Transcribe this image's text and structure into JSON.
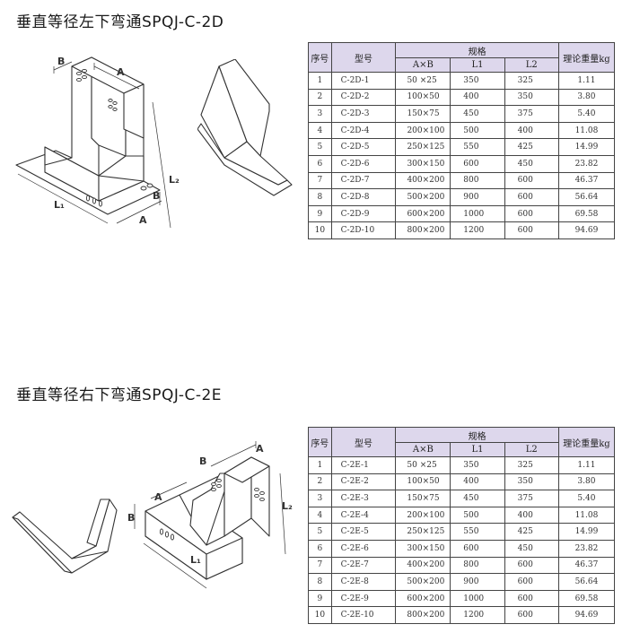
{
  "sections": [
    {
      "title": "垂直等径左下弯通SPQJ-C-2D",
      "labels": {
        "a": "A",
        "b": "B",
        "l1": "L₁",
        "l2": "L₂"
      },
      "table": {
        "headers": {
          "no": "序号",
          "model": "型号",
          "spec": "规格",
          "axb": "A×B",
          "l1": "L1",
          "l2": "L2",
          "weight": "理论重量kg"
        },
        "rows": [
          [
            "1",
            "C-2D-1",
            "50 ×25",
            "350",
            "325",
            "1.11"
          ],
          [
            "2",
            "C-2D-2",
            "100×50",
            "400",
            "350",
            "3.80"
          ],
          [
            "3",
            "C-2D-3",
            "150×75",
            "450",
            "375",
            "5.40"
          ],
          [
            "4",
            "C-2D-4",
            "200×100",
            "500",
            "400",
            "11.08"
          ],
          [
            "5",
            "C-2D-5",
            "250×125",
            "550",
            "425",
            "14.99"
          ],
          [
            "6",
            "C-2D-6",
            "300×150",
            "600",
            "450",
            "23.82"
          ],
          [
            "7",
            "C-2D-7",
            "400×200",
            "800",
            "600",
            "46.37"
          ],
          [
            "8",
            "C-2D-8",
            "500×200",
            "900",
            "600",
            "56.64"
          ],
          [
            "9",
            "C-2D-9",
            "600×200",
            "1000",
            "600",
            "69.58"
          ],
          [
            "10",
            "C-2D-10",
            "800×200",
            "1200",
            "600",
            "94.69"
          ]
        ]
      }
    },
    {
      "title": "垂直等径右下弯通SPQJ-C-2E",
      "labels": {
        "a": "A",
        "b": "B",
        "l1": "L₁",
        "l2": "L₂"
      },
      "table": {
        "headers": {
          "no": "序号",
          "model": "型号",
          "spec": "规格",
          "axb": "A×B",
          "l1": "L1",
          "l2": "L2",
          "weight": "理论重量kg"
        },
        "rows": [
          [
            "1",
            "C-2E-1",
            "50 ×25",
            "350",
            "325",
            "1.11"
          ],
          [
            "2",
            "C-2E-2",
            "100×50",
            "400",
            "350",
            "3.80"
          ],
          [
            "3",
            "C-2E-3",
            "150×75",
            "450",
            "375",
            "5.40"
          ],
          [
            "4",
            "C-2E-4",
            "200×100",
            "500",
            "400",
            "11.08"
          ],
          [
            "5",
            "C-2E-5",
            "250×125",
            "550",
            "425",
            "14.99"
          ],
          [
            "6",
            "C-2E-6",
            "300×150",
            "600",
            "450",
            "23.82"
          ],
          [
            "7",
            "C-2E-7",
            "400×200",
            "800",
            "600",
            "46.37"
          ],
          [
            "8",
            "C-2E-8",
            "500×200",
            "900",
            "600",
            "56.64"
          ],
          [
            "9",
            "C-2E-9",
            "600×200",
            "1000",
            "600",
            "69.58"
          ],
          [
            "10",
            "C-2E-10",
            "800×200",
            "1200",
            "600",
            "94.69"
          ]
        ]
      }
    }
  ]
}
